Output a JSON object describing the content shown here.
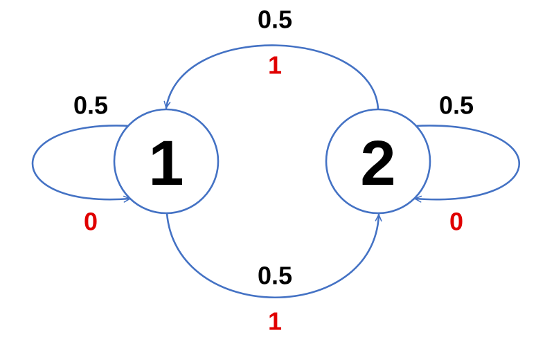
{
  "colors": {
    "edge": "#4472c4",
    "node_text": "#000000",
    "probability_text": "#000000",
    "output_text": "#e00000"
  },
  "nodes": [
    {
      "id": "1",
      "label": "1"
    },
    {
      "id": "2",
      "label": "2"
    }
  ],
  "edges": [
    {
      "id": "loop-1",
      "from": "1",
      "to": "1",
      "probability": "0.5",
      "output": "0"
    },
    {
      "id": "loop-2",
      "from": "2",
      "to": "2",
      "probability": "0.5",
      "output": "0"
    },
    {
      "id": "edge-2-to-1",
      "from": "2",
      "to": "1",
      "probability": "0.5",
      "output": "1"
    },
    {
      "id": "edge-1-to-2",
      "from": "1",
      "to": "2",
      "probability": "0.5",
      "output": "1"
    }
  ]
}
